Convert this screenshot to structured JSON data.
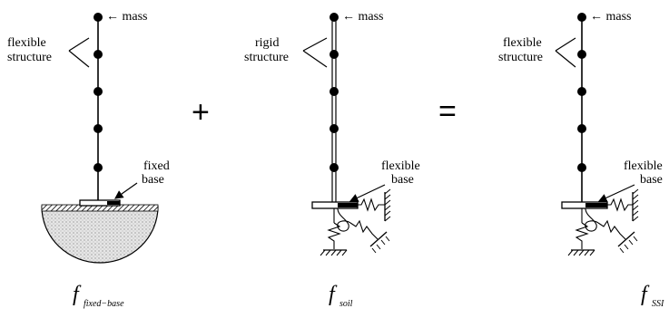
{
  "operators": {
    "plus": "+",
    "equals": "="
  },
  "panel1": {
    "mass_label": "← mass",
    "structure_label": [
      "flexible",
      "structure"
    ],
    "base_label": [
      "fixed",
      "base"
    ],
    "formula": {
      "main": "f",
      "sub": "fixed−base"
    }
  },
  "panel2": {
    "mass_label": "← mass",
    "structure_label": [
      "rigid",
      "structure"
    ],
    "base_label": [
      "flexible",
      "base"
    ],
    "formula": {
      "main": "f",
      "sub": "soil"
    }
  },
  "panel3": {
    "mass_label": "← mass",
    "structure_label": [
      "flexible",
      "structure"
    ],
    "base_label": [
      "flexible",
      "base"
    ],
    "formula": {
      "main": "f",
      "sub": "SSI"
    }
  }
}
